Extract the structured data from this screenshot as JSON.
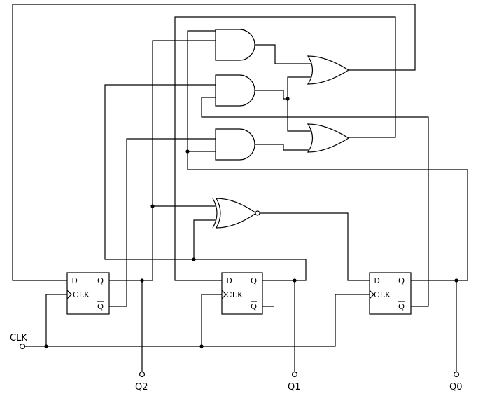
{
  "io": {
    "clk": "CLK",
    "q2": "Q2",
    "q1": "Q1",
    "q0": "Q0"
  },
  "flip_flop_pins": {
    "d": "D",
    "q": "Q",
    "clk": "CLK",
    "qbar": "Q"
  },
  "colors": {
    "wire": "#000000",
    "background": "#ffffff"
  }
}
